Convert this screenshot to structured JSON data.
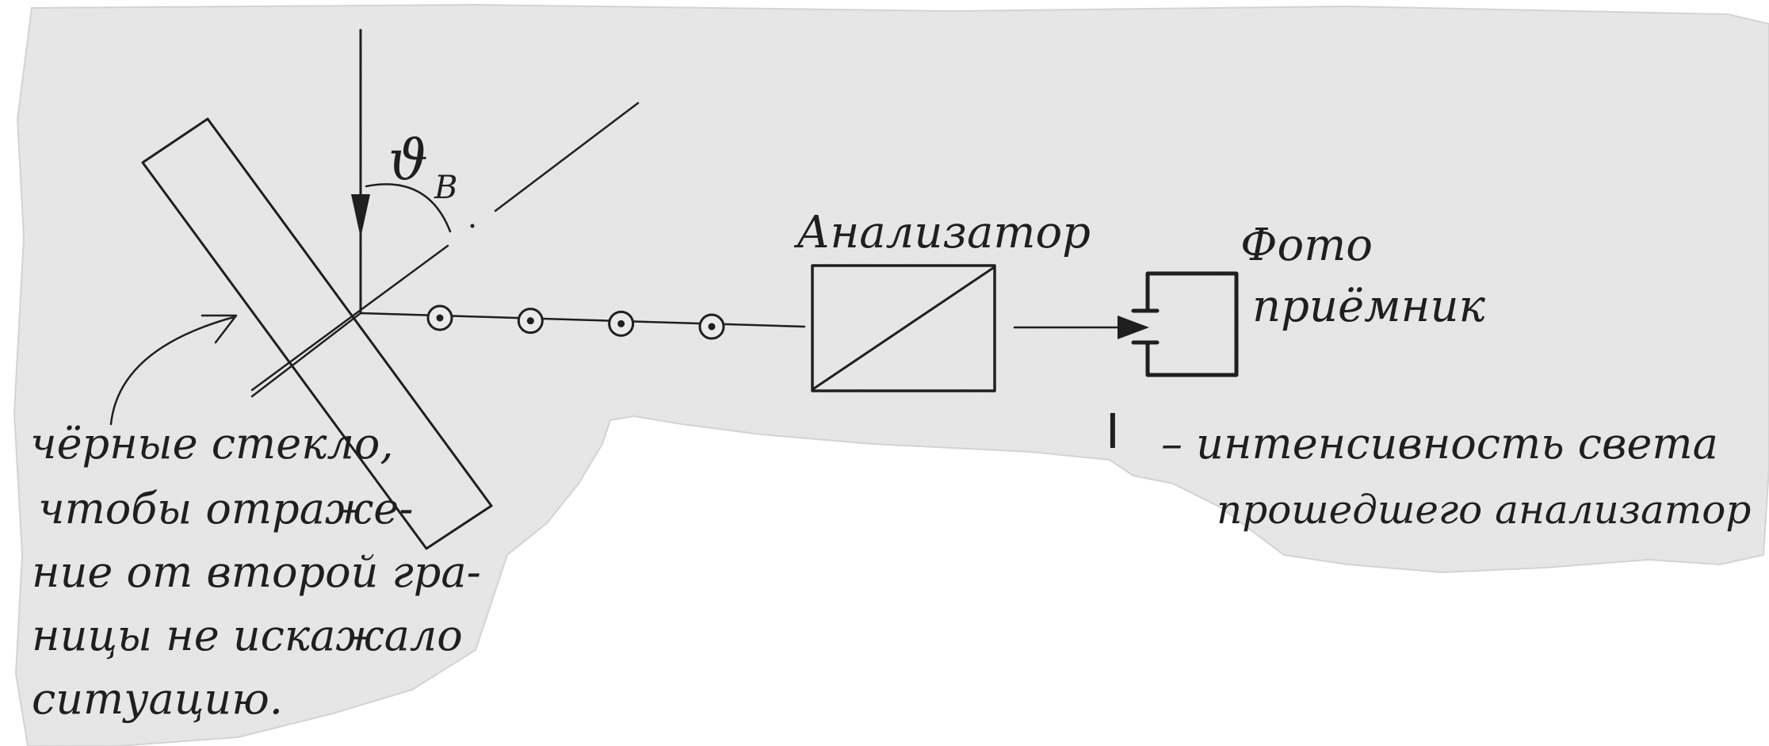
{
  "diagram": {
    "angle_symbol": "ϑ",
    "angle_subscript": "B",
    "analyzer_label": "Анализатор",
    "photodetector_label": [
      "Фото",
      "приёмник"
    ],
    "intensity_symbol": "I",
    "intensity_desc": [
      "– интенсивность света",
      "прошедшего анализатор"
    ],
    "glass_note": [
      "чёрные стекло,",
      "чтобы отраже-",
      "ние от второй гра-",
      "ницы не искажало",
      "ситуацию."
    ],
    "polarization_marker_count": 4,
    "colors": {
      "ink": "#1f1f1f",
      "paper": "#e9e9e9",
      "background": "#ffffff"
    }
  }
}
